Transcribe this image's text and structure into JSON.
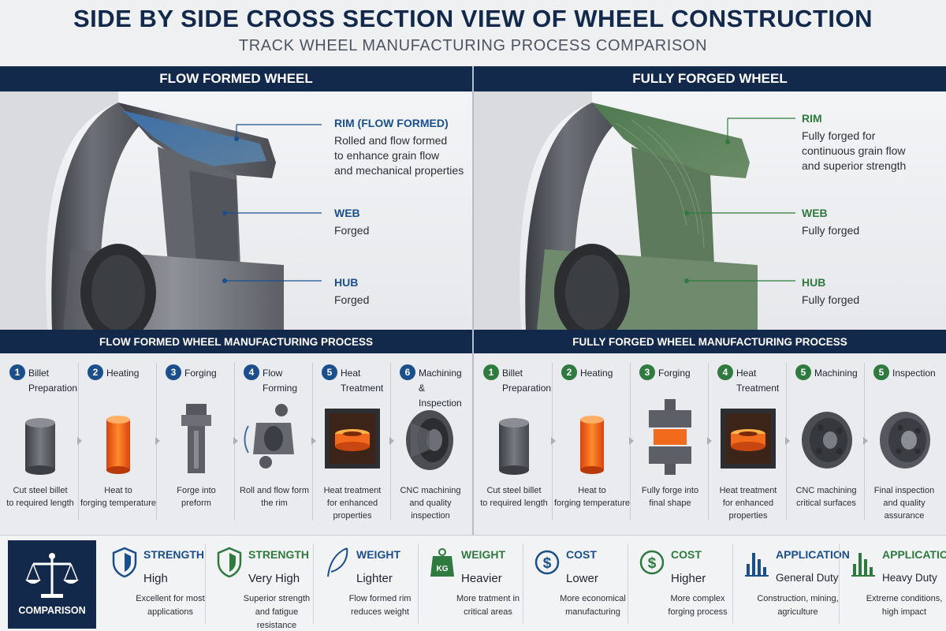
{
  "header": {
    "title": "SIDE BY SIDE CROSS SECTION VIEW OF WHEEL CONSTRUCTION",
    "subtitle": "TRACK WHEEL MANUFACTURING PROCESS COMPARISON"
  },
  "colors": {
    "navy": "#13294b",
    "blue_accent": "#1b4f8c",
    "green_accent": "#2f7a3e",
    "heat_orange": "#f26a1b"
  },
  "left": {
    "title": "FLOW FORMED WHEEL",
    "labels": {
      "rim": {
        "key": "RIM (FLOW FORMED)",
        "desc": "Rolled and flow formed\nto enhance grain flow\nand mechanical properties"
      },
      "web": {
        "key": "WEB",
        "desc": "Forged"
      },
      "hub": {
        "key": "HUB",
        "desc": "Forged"
      }
    },
    "process_title": "FLOW FORMED WHEEL MANUFACTURING PROCESS",
    "steps": [
      {
        "num": "1",
        "name": "Billet\nPreparation",
        "desc": "Cut steel billet\nto required length",
        "icon": "billet-icon"
      },
      {
        "num": "2",
        "name": "Heating",
        "desc": "Heat to\nforging temperature",
        "icon": "heated-billet-icon"
      },
      {
        "num": "3",
        "name": "Forging",
        "desc": "Forge into\npreform",
        "icon": "preform-icon"
      },
      {
        "num": "4",
        "name": "Flow\nForming",
        "desc": "Roll and flow form\nthe rim",
        "icon": "flow-forming-icon"
      },
      {
        "num": "5",
        "name": "Heat\nTreatment",
        "desc": "Heat treatment\nfor enhanced\nproperties",
        "icon": "furnace-icon"
      },
      {
        "num": "6",
        "name": "Machining &\nInspection",
        "desc": "CNC machining\nand quality\ninspection",
        "icon": "machined-part-icon"
      }
    ]
  },
  "right": {
    "title": "FULLY FORGED WHEEL",
    "labels": {
      "rim": {
        "key": "RIM",
        "desc": "Fully forged for\ncontinuous grain flow\nand superior strength"
      },
      "web": {
        "key": "WEB",
        "desc": "Fully forged"
      },
      "hub": {
        "key": "HUB",
        "desc": "Fully forged"
      }
    },
    "process_title": "FULLY FORGED WHEEL MANUFACTURING PROCESS",
    "steps": [
      {
        "num": "1",
        "name": "Billet\nPreparation",
        "desc": "Cut steel billet\nto required length",
        "icon": "billet-icon"
      },
      {
        "num": "2",
        "name": "Heating",
        "desc": "Heat to\nforging temperature",
        "icon": "heated-billet-icon"
      },
      {
        "num": "3",
        "name": "Forging",
        "desc": "Fully forge into\nfinal shape",
        "icon": "forging-die-icon"
      },
      {
        "num": "4",
        "name": "Heat\nTreatment",
        "desc": "Heat treatment\nfor enhanced\nproperties",
        "icon": "furnace-icon"
      },
      {
        "num": "5",
        "name": "Machining",
        "desc": "CNC machining\ncritical surfaces",
        "icon": "machined-wheel-icon"
      },
      {
        "num": "5",
        "name": "Inspection",
        "desc": "Final inspection\nand quality\nassurance",
        "icon": "finished-wheel-icon"
      }
    ]
  },
  "comparison": {
    "label": "COMPARISON",
    "items": [
      {
        "key": "STRENGTH",
        "value": "High",
        "desc": "Excellent for most\napplications",
        "icon": "shield-icon",
        "tone": "blue"
      },
      {
        "key": "STRENGTH",
        "value": "Very High",
        "desc": "Superior strength\nand fatigue resistance",
        "icon": "shield-icon",
        "tone": "green"
      },
      {
        "key": "WEIGHT",
        "value": "Lighter",
        "desc": "Flow formed rim\nreduces weight",
        "icon": "feather-icon",
        "tone": "blue"
      },
      {
        "key": "WEIGHT",
        "value": "Heavier",
        "desc": "More tratment in\ncritical areas",
        "icon": "kg-weight-icon",
        "tone": "green",
        "icon_text": "KG"
      },
      {
        "key": "COST",
        "value": "Lower",
        "desc": "More economical\nmanufacturing",
        "icon": "dollar-icon",
        "tone": "blue"
      },
      {
        "key": "COST",
        "value": "Higher",
        "desc": "More complex\nforging process",
        "icon": "dollar-icon",
        "tone": "green"
      },
      {
        "key": "APPLICATION",
        "value": "General Duty",
        "desc": "Construction, mining,\nagriculture",
        "icon": "bar-chart-icon",
        "tone": "blue"
      },
      {
        "key": "APPLICATION",
        "value": "Heavy Duty",
        "desc": "Extreme conditions,\nhigh impact",
        "icon": "bar-chart-icon",
        "tone": "green"
      }
    ]
  }
}
